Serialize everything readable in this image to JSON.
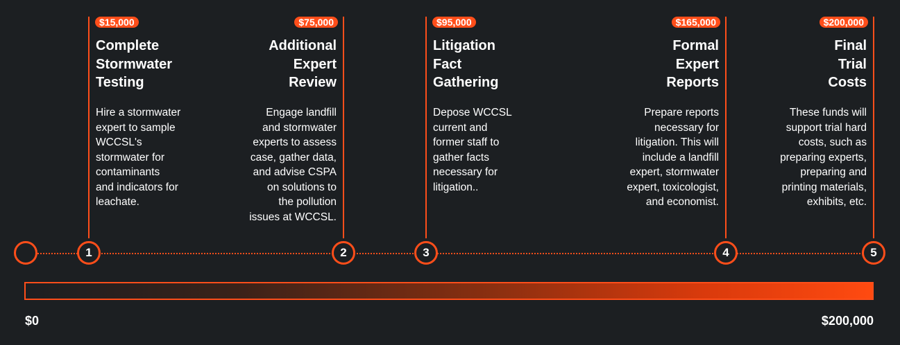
{
  "milestones": [
    {
      "number": "1",
      "amount": "$15,000",
      "title": "Complete\nStormwater\nTesting",
      "description": "Hire a stormwater\nexpert to sample\nWCCSL's\nstormwater for\ncontaminants\nand indicators for\nleachate."
    },
    {
      "number": "2",
      "amount": "$75,000",
      "title": "Additional\nExpert\nReview",
      "description": "Engage landfill\nand stormwater\nexperts to assess\ncase, gather data,\nand advise CSPA\non solutions to\nthe pollution\nissues at WCCSL."
    },
    {
      "number": "3",
      "amount": "$95,000",
      "title": "Litigation\nFact\nGathering",
      "description": "Depose WCCSL\ncurrent and\nformer staff to\ngather facts\nnecessary for\nlitigation.."
    },
    {
      "number": "4",
      "amount": "$165,000",
      "title": "Formal\nExpert\nReports",
      "description": "Prepare reports\nnecessary for\nlitigation. This will\ninclude a landfill\nexpert, stormwater\nexpert, toxicologist,\nand economist."
    },
    {
      "number": "5",
      "amount": "$200,000",
      "title": "Final\nTrial\nCosts",
      "description": "These funds will\nsupport trial hard\ncosts, such as\npreparing experts,\npreparing and\nprinting materials,\nexhibits, etc."
    }
  ],
  "scale": {
    "min_label": "$0",
    "max_label": "$200,000"
  },
  "colors": {
    "accent": "#ff4e1a",
    "background": "#1c1f22",
    "text": "#ffffff"
  }
}
